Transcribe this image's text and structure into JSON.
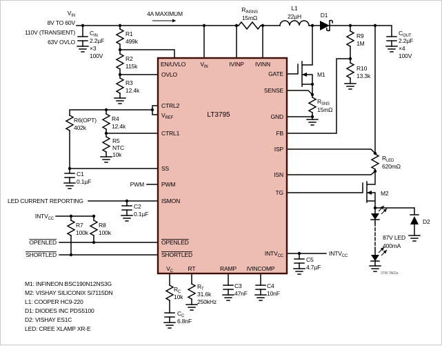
{
  "input": {
    "vin_main": "V",
    "vin_sub": "IN",
    "range_line1": "8V TO 60V",
    "range_line2": "110V (TRANSIENT)",
    "range_line3": "63V OVLO",
    "current_note": "4A MAXIMUM"
  },
  "ic": {
    "name": "LT3795",
    "pins": {
      "en_uvlo": "EN/UVLO",
      "vin_main": "V",
      "vin_sub": "IN",
      "ivinp": "IVINP",
      "ivinn": "IVINN",
      "ovlo": "OVLO",
      "ctrl2": "CTRL2",
      "vref_main": "V",
      "vref_sub": "REF",
      "ctrl1": "CTRL1",
      "ss": "SS",
      "pwm": "PWM",
      "ismon": "ISMON",
      "openled": "OPENLED",
      "shortled": "SHORTLED",
      "vc_main": "V",
      "vc_sub": "C",
      "rt": "RT",
      "ramp": "RAMP",
      "ivincomp": "IVINCOMP",
      "gate": "GATE",
      "sense": "SENSE",
      "gnd": "GND",
      "fb": "FB",
      "isp": "ISP",
      "isn": "ISN",
      "tg": "TG",
      "intvcc_main": "INTV",
      "intvcc_sub": "CC"
    }
  },
  "components": {
    "cin": {
      "ref_main": "C",
      "ref_sub": "IN",
      "value": "2.2µF",
      "mult": "×3",
      "rating": "100V"
    },
    "cout": {
      "ref_main": "C",
      "ref_sub": "OUT",
      "value": "2.2µF",
      "mult": "×4",
      "rating": "100V"
    },
    "r1": {
      "ref": "R1",
      "value": "499k"
    },
    "r2": {
      "ref": "R2",
      "value": "115k"
    },
    "r3": {
      "ref": "R3",
      "value": "12.4k"
    },
    "r4": {
      "ref": "R4",
      "value": "12.4k"
    },
    "r5": {
      "ref": "R5",
      "type": "NTC",
      "value": "10k"
    },
    "r6": {
      "ref": "R6(OPT)",
      "value": "402k"
    },
    "r7": {
      "ref": "R7",
      "value": "100k"
    },
    "r8": {
      "ref": "R8",
      "value": "100k"
    },
    "r9": {
      "ref": "R9",
      "value": "1M"
    },
    "r10": {
      "ref": "R10",
      "value": "13.3k"
    },
    "rinsns": {
      "ref_main": "R",
      "ref_sub": "INSNS",
      "value": "15mΩ"
    },
    "rsns": {
      "ref_main": "R",
      "ref_sub": "SNS",
      "value": "15mΩ"
    },
    "rled": {
      "ref_main": "R",
      "ref_sub": "LED",
      "value": "620mΩ"
    },
    "rc": {
      "ref_main": "R",
      "ref_sub": "C",
      "value": "10k"
    },
    "cc": {
      "ref_main": "C",
      "ref_sub": "C",
      "value": "6.8nF"
    },
    "rt": {
      "ref_main": "R",
      "ref_sub": "T",
      "value": "31.6k",
      "freq": "250kHz"
    },
    "c1": {
      "ref": "C1",
      "value": "0.1µF"
    },
    "c2": {
      "ref": "C2",
      "value": "0.1µF"
    },
    "c3": {
      "ref": "C3",
      "value": "47nF"
    },
    "c4": {
      "ref": "C4",
      "value": "10nF"
    },
    "c5": {
      "ref": "C5",
      "value": "4.7µF"
    },
    "l1": {
      "ref": "L1",
      "value": "22µH"
    },
    "d1": {
      "ref": "D1"
    },
    "d2": {
      "ref": "D2"
    },
    "m1": {
      "ref": "M1"
    },
    "m2": {
      "ref": "M2"
    },
    "led_string": {
      "line1": "87V LED",
      "line2": "400mA"
    }
  },
  "signals": {
    "pwm_input": "PWM",
    "led_current_reporting": "LED CURRENT REPORTING",
    "intvcc_left_main": "INTV",
    "intvcc_left_sub": "CC",
    "openled": "OPENLED",
    "shortled": "SHORTLED",
    "intvcc_right_main": "INTV",
    "intvcc_right_sub": "CC"
  },
  "notes": [
    "M1: INFINEON BSC190N12NS3G",
    "M2: VISHAY SILICONIX Si7115DN",
    "L1: COOPER HC9-220",
    "D1: DIODES INC PDS5100",
    "D2: VISHAY ES1C",
    "LED: CREE XLAMP XR-E"
  ],
  "footer": {
    "doc_code": "3795 TA02a"
  },
  "colors": {
    "ic_fill": "#edbcb3",
    "ic_border": "#3d0d06",
    "wire": "#000000",
    "canvas": "#ffffff"
  }
}
